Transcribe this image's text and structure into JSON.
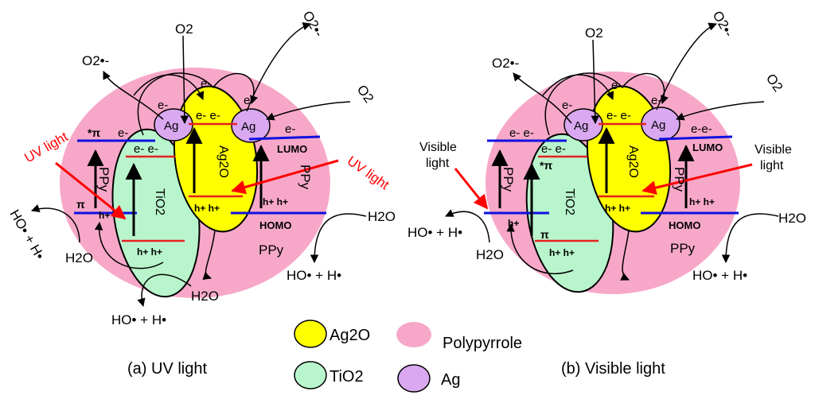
{
  "colors": {
    "polypyrrole": "#f7a8c8",
    "ag2o": "#ffff00",
    "tio2": "#b8f5cc",
    "ag": "#d9a8f0",
    "band": "#1010e0",
    "level": "#e82020",
    "light_arrow": "#ff0000"
  },
  "panel_a": {
    "caption": "(a) UV light",
    "light_label": "UV light",
    "light_label_right": "UV light",
    "o2_top": "O2",
    "o2_right": "O2",
    "o2_radical_left": "O2•-",
    "o2_radical_right": "O2•-",
    "ag_left": "Ag",
    "ag_right": "Ag",
    "ag2o_label": "Ag2O",
    "tio2_label": "TiO2",
    "ppy_left": "PPy",
    "ppy_right": "PPy",
    "ppy_bottom": "PPy",
    "lumo": "LUMO",
    "homo": "HOMO",
    "pi_star": "*π",
    "pi": "π",
    "h2o_left": "H2O",
    "h2o_bottom": "H2O",
    "h2o_right": "H2O",
    "radical_left": "HO• + H•",
    "radical_bottom": "HO• + H•",
    "radical_right": "HO• + H•",
    "e_ag_left": "e-",
    "e_ag2o_top": "e-",
    "e_ag_right": "e-",
    "e_ppy_left": "e-",
    "e_ag2o_cb": "e- e-",
    "e_tio2_cb": "e- e-",
    "e_ppy_right": "e-",
    "h_ppy_left": "h+",
    "h_ag2o_vb": "h+ h+",
    "h_tio2_vb": "h+ h+",
    "h_ppy_right": "h+ h+"
  },
  "panel_b": {
    "caption": "(b) Visible light",
    "light_label_left": "Visible light",
    "light_label_right": "Visible light",
    "o2_top": "O2",
    "o2_right": "O2",
    "o2_radical_left": "O2•-",
    "o2_radical_right": "O2•-",
    "ag_left": "Ag",
    "ag_right": "Ag",
    "ag2o_label": "Ag2O",
    "tio2_label": "TiO2",
    "ppy_left": "PPy",
    "ppy_right": "PPy",
    "ppy_bottom": "PPy",
    "lumo": "LUMO",
    "homo": "HOMO",
    "pi_star": "*π",
    "pi": "π",
    "h2o_left": "H2O",
    "h2o_right": "H2O",
    "radical_left": "HO• + H•",
    "radical_right": "HO• + H•",
    "e_ag_left": "e-",
    "e_ag2o_top": "e-",
    "e_ag_right": "e-",
    "e_ppy_left": "e- e-",
    "e_tio2_cb": "e- e-",
    "e_ag2o_cb": "e- e-",
    "e_ppy_right": "e-e-",
    "h_ppy_left": "h+",
    "h_ag2o_vb": "h+ h+",
    "h_tio2_vb": "h+ h+",
    "h_ppy_right": "h+ h+"
  },
  "legend": {
    "ag2o": "Ag2O",
    "tio2": "TiO2",
    "polypyrrole": "Polypyrrole",
    "ag": "Ag"
  }
}
